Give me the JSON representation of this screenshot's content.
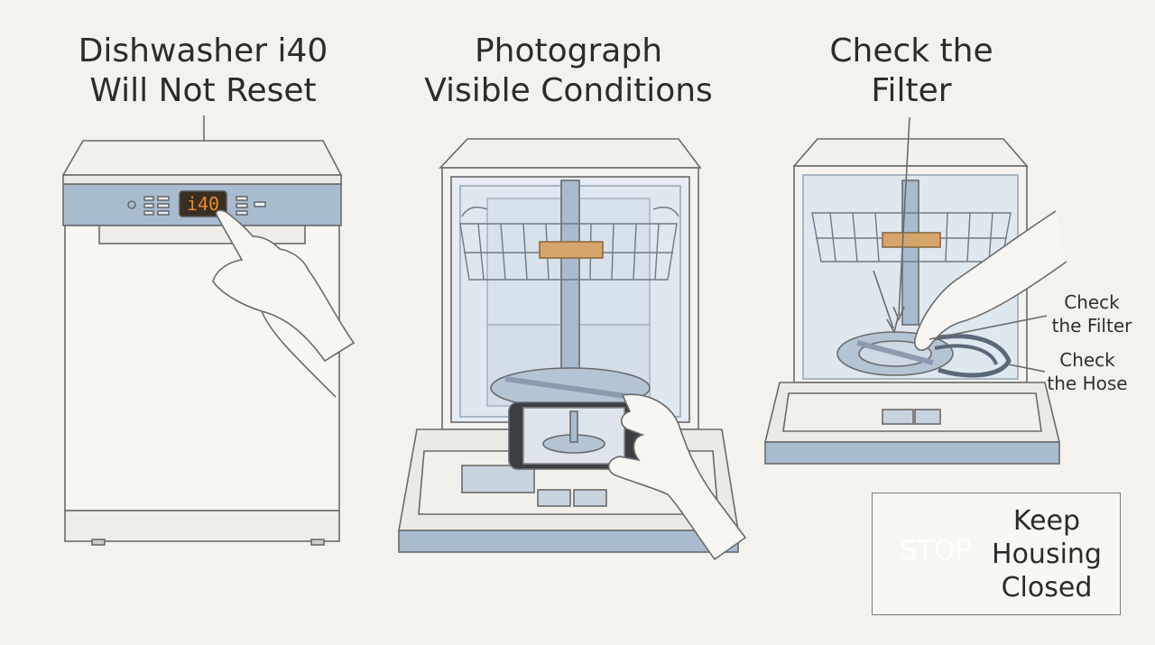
{
  "panels": [
    {
      "title": "Dishwasher i40\nWill Not Reset"
    },
    {
      "title": "Photograph\nVisible Conditions"
    },
    {
      "title": "Check the\nFilter"
    }
  ],
  "display_readout": "i40",
  "callouts": {
    "filter": "Check\nthe Filter",
    "hose": "Check\nthe Hose"
  },
  "warning": {
    "sign_text": "STOP",
    "message": "Keep\nHousing\nClosed",
    "sign_color": "#c93a36"
  },
  "colors": {
    "panel_blue": "#a9bbcf",
    "line": "#6b6b6b",
    "display_bg": "#3a2e22",
    "display_digit": "#e88b2a",
    "rack_tag": "#d6a56b"
  }
}
